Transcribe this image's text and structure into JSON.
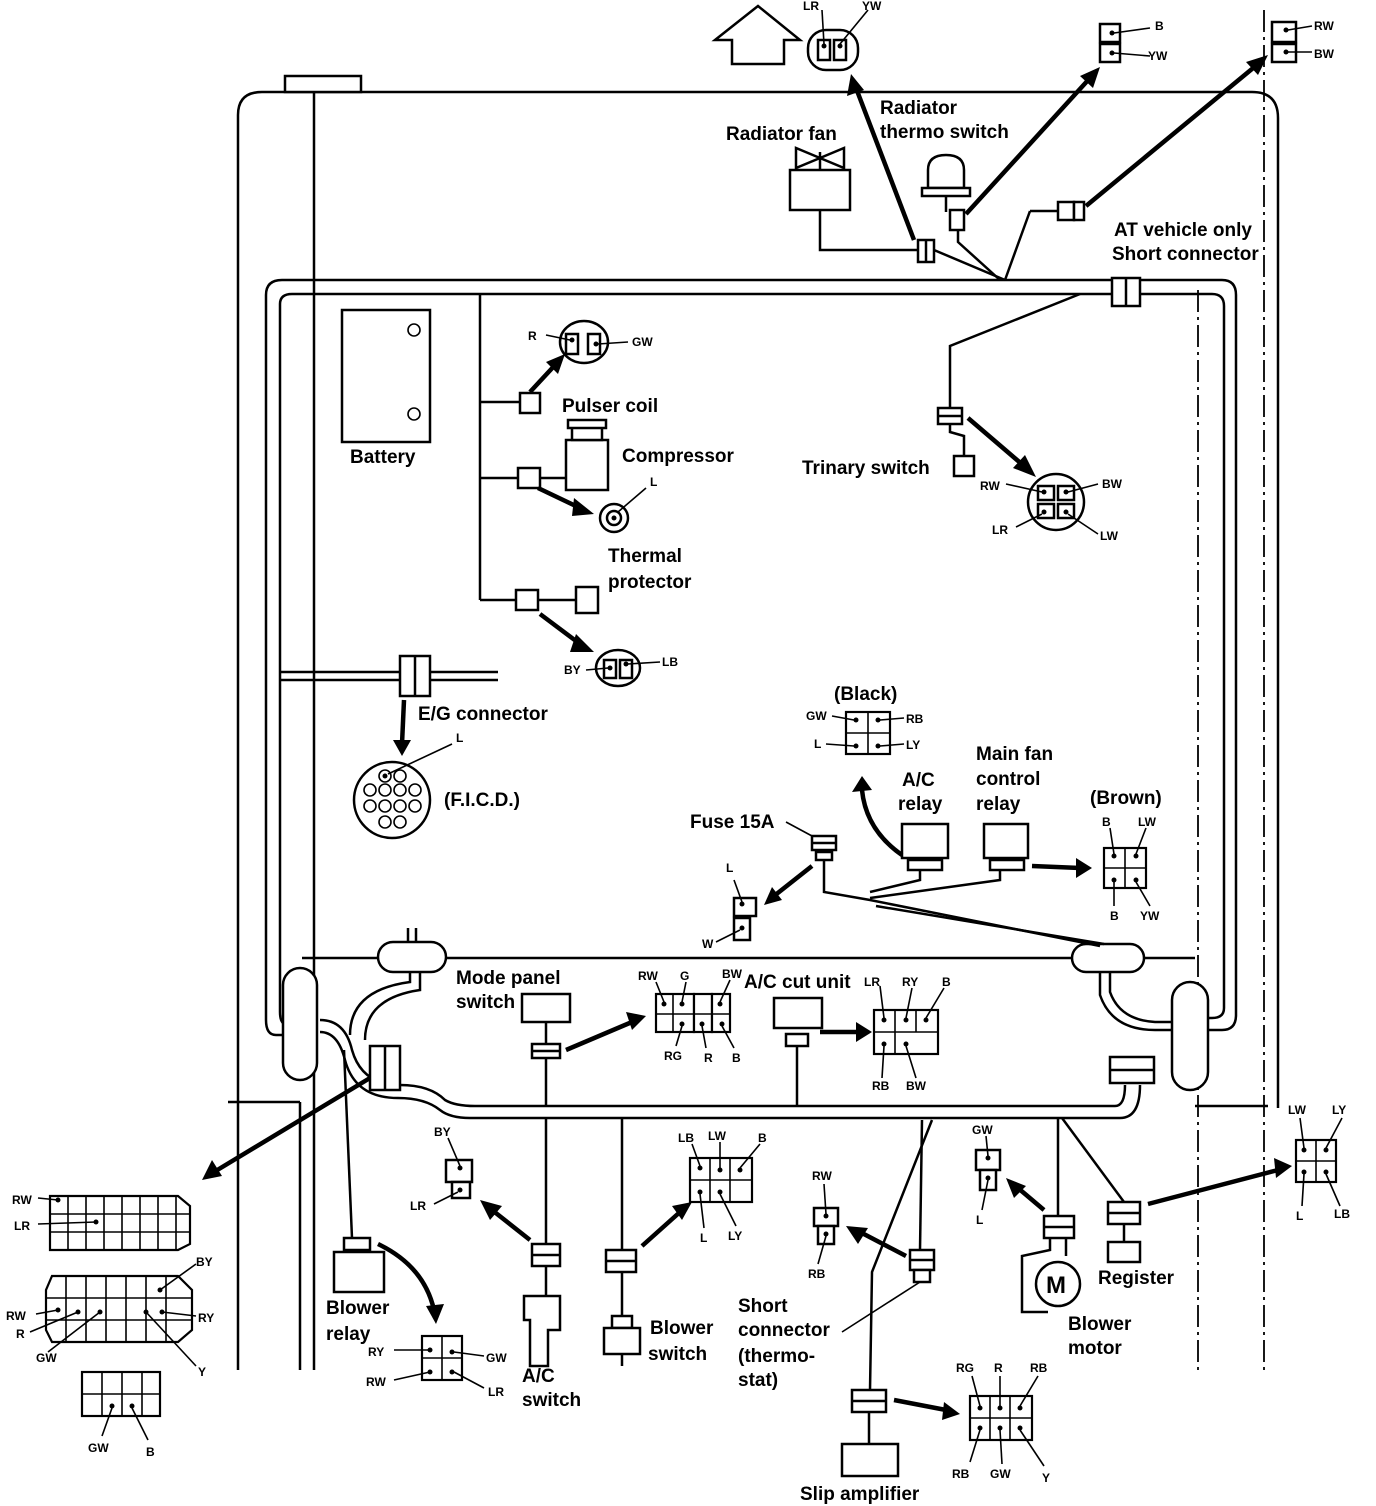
{
  "labels": {
    "radiator_fan": "Radiator fan",
    "radiator_thermo_switch_1": "Radiator",
    "radiator_thermo_switch_2": "thermo switch",
    "at_vehicle_only": "AT vehicle only",
    "short_connector_top": "Short connector",
    "battery": "Battery",
    "pulser_coil": "Pulser coil",
    "compressor": "Compressor",
    "thermal_protector_1": "Thermal",
    "thermal_protector_2": "protector",
    "trinary_switch": "Trinary switch",
    "eg_connector": "E/G connector",
    "ficd": "(F.I.C.D.)",
    "black": "(Black)",
    "ac_relay_1": "A/C",
    "ac_relay_2": "relay",
    "main_fan_control_relay_1": "Main fan",
    "main_fan_control_relay_2": "control",
    "main_fan_control_relay_3": "relay",
    "brown": "(Brown)",
    "fuse_15a": "Fuse 15A",
    "mode_panel_switch_1": "Mode panel",
    "mode_panel_switch_2": "switch",
    "ac_cut_unit": "A/C cut unit",
    "blower_relay_1": "Blower",
    "blower_relay_2": "relay",
    "ac_switch_1": "A/C",
    "ac_switch_2": "switch",
    "blower_switch_1": "Blower",
    "blower_switch_2": "switch",
    "short_connector_thermostat_1": "Short",
    "short_connector_thermostat_2": "connector",
    "short_connector_thermostat_3": "(thermo-",
    "short_connector_thermostat_4": "stat)",
    "blower_motor_1": "Blower",
    "blower_motor_2": "motor",
    "register": "Register",
    "slip_amplifier": "Slip amplifier",
    "motor_symbol": "M"
  },
  "pins": {
    "radiator_fan_connector": [
      "LR",
      "YW"
    ],
    "thermo_switch_connector": [
      "B",
      "YW"
    ],
    "short_connector": [
      "RW",
      "BW"
    ],
    "pulser_coil": [
      "R",
      "GW"
    ],
    "thermal_protector": [
      "L"
    ],
    "trinary_switch": [
      "RW",
      "BW",
      "LR",
      "LW"
    ],
    "compressor_connector": [
      "BY",
      "LB"
    ],
    "ficd": [
      "L"
    ],
    "ac_relay": [
      "GW",
      "RB",
      "L",
      "LY"
    ],
    "main_fan_control_relay": [
      "B",
      "LW",
      "B",
      "YW"
    ],
    "fuse": [
      "L",
      "W"
    ],
    "mode_panel_switch": [
      "RW",
      "G",
      "BW",
      "RG",
      "R",
      "B"
    ],
    "ac_cut_unit": [
      "LR",
      "RY",
      "B",
      "RB",
      "BW"
    ],
    "main_harness_a": [
      "RW",
      "LR"
    ],
    "main_harness_b": [
      "BY",
      "RW",
      "R",
      "GW",
      "RY",
      "Y"
    ],
    "main_harness_c": [
      "GW",
      "B"
    ],
    "blower_relay": [
      "RY",
      "GW",
      "RW",
      "LR"
    ],
    "ac_switch": [
      "BY",
      "LR"
    ],
    "blower_switch": [
      "LB",
      "LW",
      "B",
      "L",
      "LY"
    ],
    "thermostat": [
      "RW",
      "RB"
    ],
    "blower_motor": [
      "GW",
      "L"
    ],
    "register": [
      "LW",
      "LY",
      "L",
      "LB"
    ],
    "slip_amplifier": [
      "RG",
      "R",
      "RB",
      "RB",
      "GW",
      "Y"
    ]
  }
}
